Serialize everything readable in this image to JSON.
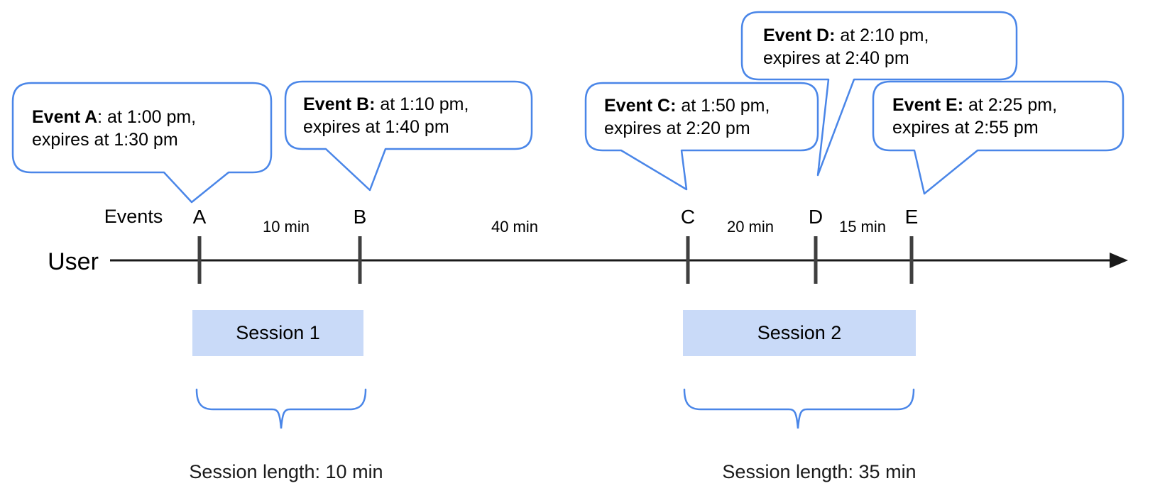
{
  "diagram": {
    "axis_row_label": "Events",
    "user_label": "User"
  },
  "events": [
    {
      "letter": "A",
      "callout_bold": "Event A",
      "callout_rest": ": at 1:00 pm,",
      "callout_line2": "expires at 1:30 pm"
    },
    {
      "letter": "B",
      "callout_bold": "Event B:",
      "callout_rest": " at 1:10 pm,",
      "callout_line2": "expires at 1:40 pm"
    },
    {
      "letter": "C",
      "callout_bold": "Event C:",
      "callout_rest": " at 1:50 pm,",
      "callout_line2": "expires at 2:20 pm"
    },
    {
      "letter": "D",
      "callout_bold": "Event D:",
      "callout_rest": " at 2:10 pm,",
      "callout_line2": "expires at 2:40 pm"
    },
    {
      "letter": "E",
      "callout_bold": "Event E:",
      "callout_rest": " at 2:25 pm,",
      "callout_line2": "expires at 2:55 pm"
    }
  ],
  "intervals": [
    {
      "label": "10 min"
    },
    {
      "label": "40 min"
    },
    {
      "label": "20 min"
    },
    {
      "label": "15 min"
    }
  ],
  "sessions": [
    {
      "label": "Session 1",
      "length_label": "Session length: 10 min"
    },
    {
      "label": "Session 2",
      "length_label": "Session length: 35 min"
    }
  ],
  "colors": {
    "callout_border": "#4a86e8",
    "brace": "#4a86e8",
    "session_fill": "#c9daf8",
    "tick": "#3f3f3f",
    "axis": "#1a1a1a"
  }
}
